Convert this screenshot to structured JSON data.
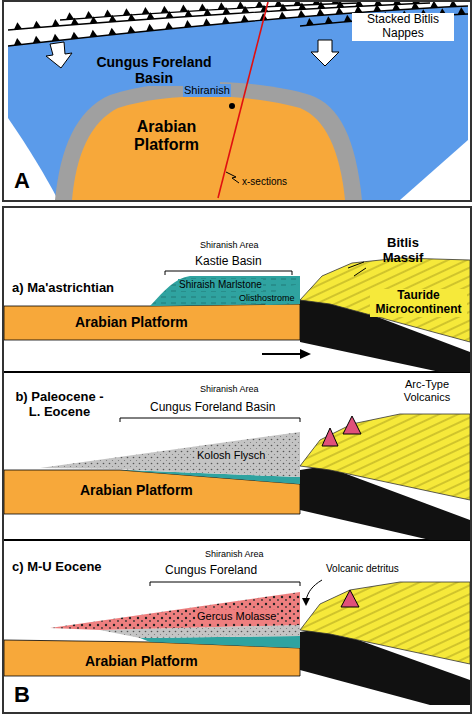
{
  "diagram": {
    "nodes": [
      {
        "text": [
          "A",
          "Stacked Bitlis Nappes",
          "Cungus Foreland Basin",
          "Shiranish",
          "Arabian Platform",
          "x-sections"
        ]
      },
      {
        "text": [
          "B"
        ]
      },
      {
        "text": [
          "a) Ma'astrichtian",
          "Shiranish Area",
          "Kastie Basin",
          "Bitlis Massif",
          "Shiraish Marlstone",
          "Olisthostrome",
          "Arabian Platform",
          "Tauride Microcontinent"
        ],
        "in": 1
      },
      {
        "text": [
          "b) Paleocene -L. Eocene",
          "Shiranish Area",
          "Cungus Foreland Basin",
          "Arc-Type Volcanics",
          "Kolosh Flysch",
          "Arabian Platform"
        ],
        "in": 1
      },
      {
        "text": [
          "c) M-U Eocene",
          "Shiranish Area",
          "Cungus Foreland",
          "Volcanic detritus",
          "Gercus Molasse",
          "Arabian Platform"
        ],
        "in": 1
      }
    ]
  }
}
